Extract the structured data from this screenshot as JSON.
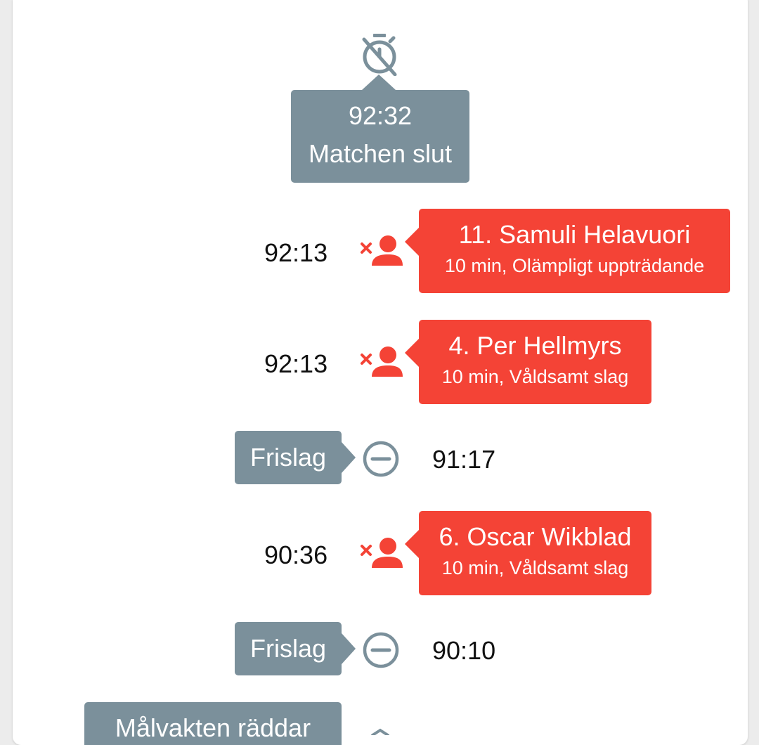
{
  "colors": {
    "penalty_red": "#f44336",
    "neutral_grey": "#7b909b",
    "time_text": "#111111"
  },
  "timeline": {
    "match_end": {
      "icon": "timer-off-icon",
      "time": "92:32",
      "label": "Matchen slut"
    },
    "events": [
      {
        "type": "penalty",
        "icon": "person-remove-icon",
        "time": "92:13",
        "player": "11. Samuli Helavuori",
        "detail": "10 min, Olämpligt uppträdande"
      },
      {
        "type": "penalty",
        "icon": "person-remove-icon",
        "time": "92:13",
        "player": "4. Per Hellmyrs",
        "detail": "10 min, Våldsamt slag"
      },
      {
        "type": "free_kick",
        "icon": "minus-circle-icon",
        "time": "91:17",
        "label": "Frislag"
      },
      {
        "type": "penalty",
        "icon": "person-remove-icon",
        "time": "90:36",
        "player": "6. Oscar Wikblad",
        "detail": "10 min, Våldsamt slag"
      },
      {
        "type": "free_kick",
        "icon": "minus-circle-icon",
        "time": "90:10",
        "label": "Frislag"
      },
      {
        "type": "save",
        "icon": "shield-icon",
        "label": "Målvakten räddar"
      }
    ]
  }
}
